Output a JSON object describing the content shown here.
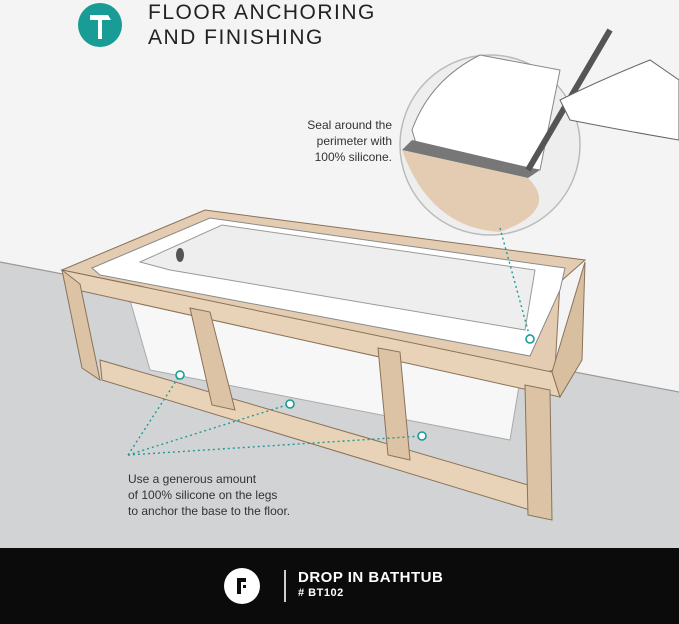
{
  "header": {
    "title_line1": "FLOOR ANCHORING",
    "title_line2": "AND FINISHING",
    "icon": "hammer-icon",
    "accent_color": "#1a9c96"
  },
  "callouts": {
    "top": [
      "Seal around the",
      "perimeter with",
      "100% silicone."
    ],
    "bottom": [
      "Use a generous amount",
      "of 100% silicone on the legs",
      "to anchor the base to the floor."
    ]
  },
  "footer": {
    "logo_icon": "brand-logo-icon",
    "product_name": "DROP IN BATHTUB",
    "product_code": "# BT102"
  },
  "colors": {
    "wood": "#e3ccb1",
    "wall": "#f2f2f2",
    "floor": "#cfd0d1",
    "footer": "#0b0b0b"
  }
}
